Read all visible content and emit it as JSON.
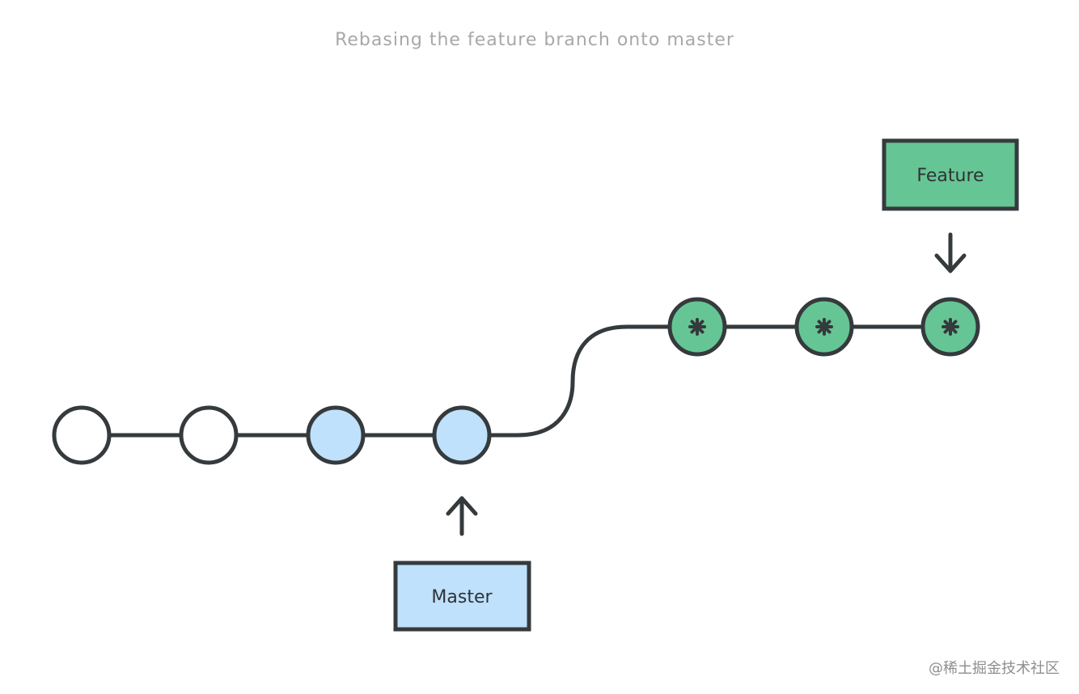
{
  "diagram": {
    "title": "Rebasing the feature branch onto master",
    "master_label": "Master",
    "feature_label": "Feature",
    "watermark": "@稀土掘金技术社区"
  },
  "commits": [
    {
      "branch": "base",
      "style": "empty"
    },
    {
      "branch": "base",
      "style": "empty"
    },
    {
      "branch": "master",
      "style": "blue"
    },
    {
      "branch": "master",
      "style": "blue"
    },
    {
      "branch": "feature",
      "style": "green-rebased"
    },
    {
      "branch": "feature",
      "style": "green-rebased"
    },
    {
      "branch": "feature",
      "style": "green-rebased"
    }
  ],
  "colors": {
    "stroke": "#353a3d",
    "commit_empty": "#ffffff",
    "commit_master": "#bfe1fb",
    "commit_feature": "#66c594",
    "label_master_bg": "#bfe1fb",
    "label_feature_bg": "#66c594",
    "title": "#a8a8a8"
  }
}
